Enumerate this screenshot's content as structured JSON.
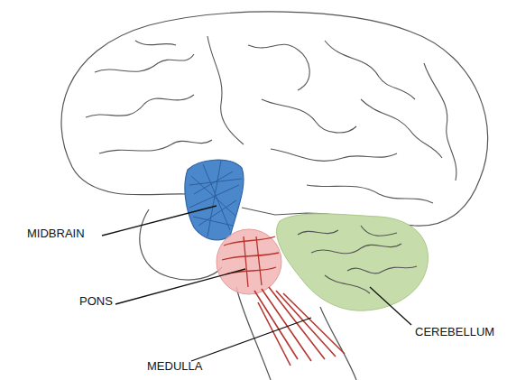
{
  "diagram": {
    "labels": [
      "MIDBRAIN",
      "PONS",
      "MEDULLA",
      "CEREBELLUM"
    ]
  }
}
